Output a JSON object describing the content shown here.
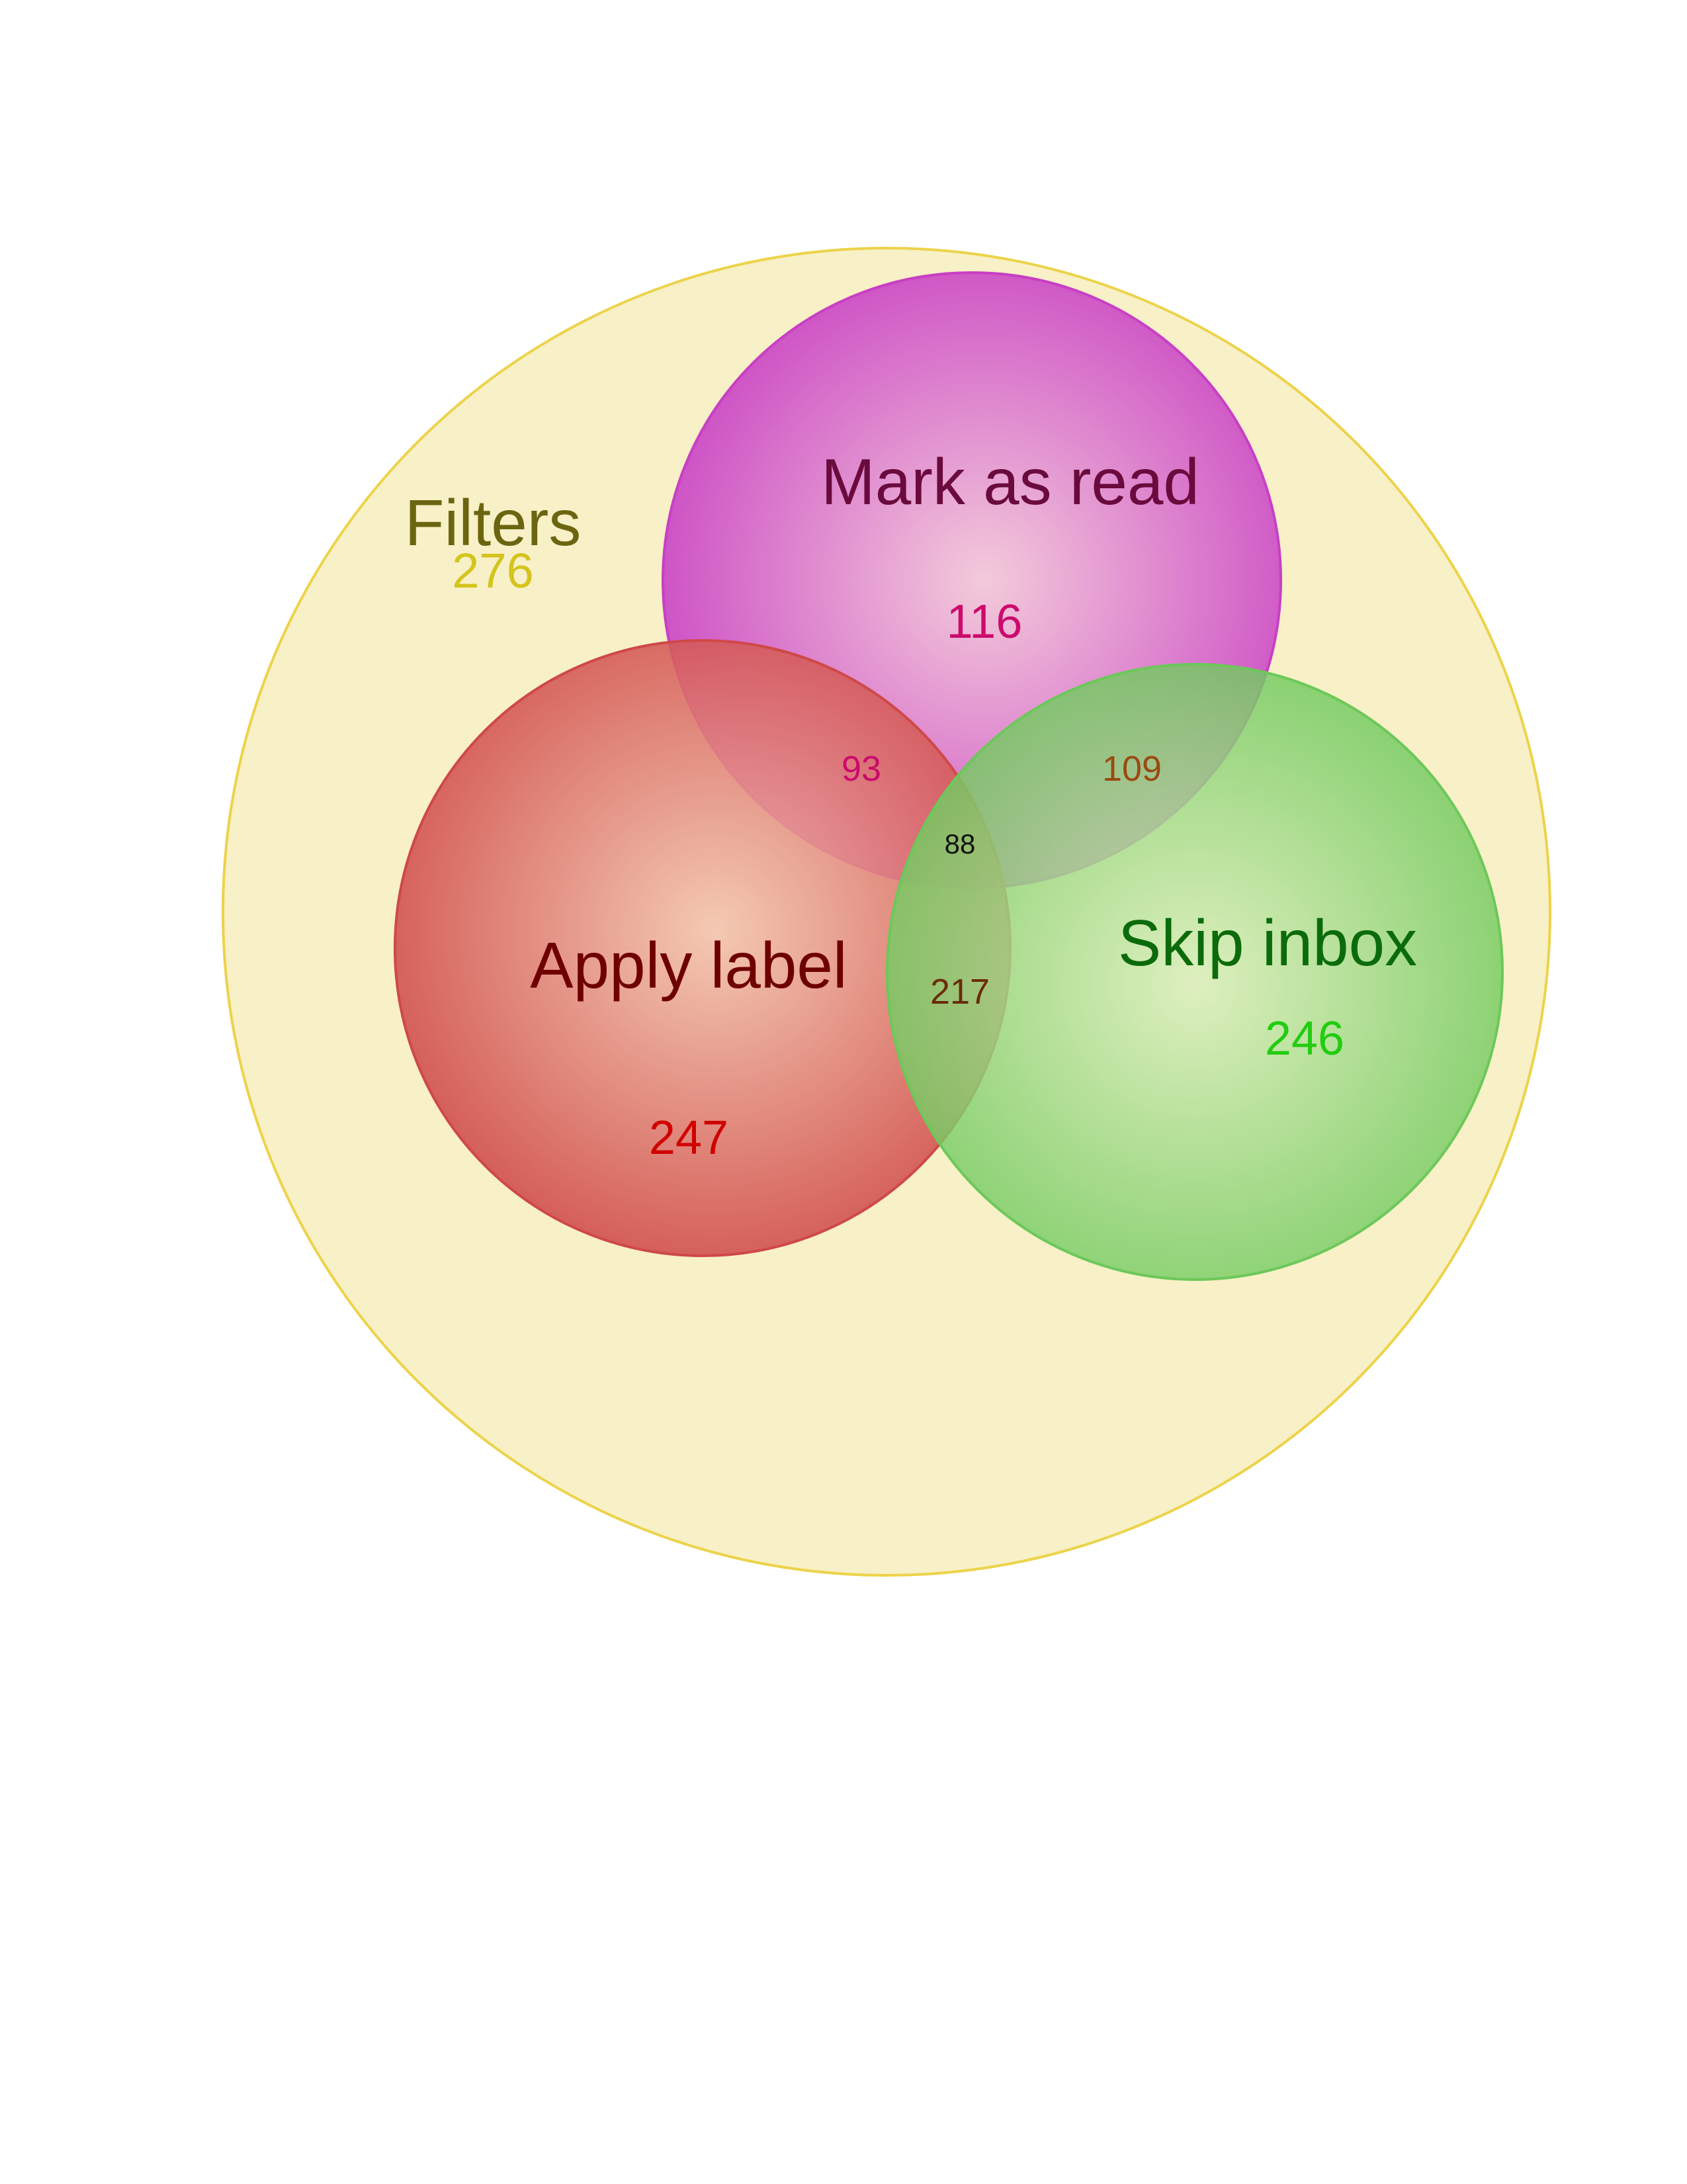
{
  "diagram": {
    "type": "venn",
    "outer_set": {
      "label": "Filters",
      "count": "276",
      "fill_color": "#f8f0c6",
      "stroke_color": "#ecd34a",
      "label_color": "#6b6511",
      "count_color": "#d4c41b"
    },
    "sets": [
      {
        "key": "mark_as_read",
        "label": "Mark as read",
        "count": "116",
        "center_color": "#f3c7dc",
        "edge_color": "#c83fc4",
        "label_color": "#6a0a3d",
        "count_color": "#cc0a6c"
      },
      {
        "key": "apply_label",
        "label": "Apply label",
        "count": "247",
        "center_color": "#f3c4b0",
        "edge_color": "#cf4848",
        "label_color": "#6e0000",
        "count_color": "#d00000"
      },
      {
        "key": "skip_inbox",
        "label": "Skip inbox",
        "count": "246",
        "center_color": "#d8efbd",
        "edge_color": "#6cc85a",
        "label_color": "#0b6b0b",
        "count_color": "#22cc11"
      }
    ],
    "intersections": [
      {
        "key": "mark_as_read_apply_label",
        "count": "93",
        "color": "#cc0a6c"
      },
      {
        "key": "mark_as_read_skip_inbox",
        "count": "109",
        "color": "#9a4a10"
      },
      {
        "key": "all_three",
        "count": "88",
        "color": "#111111"
      },
      {
        "key": "apply_label_skip_inbox",
        "count": "217",
        "color": "#6b2a0a"
      }
    ]
  }
}
